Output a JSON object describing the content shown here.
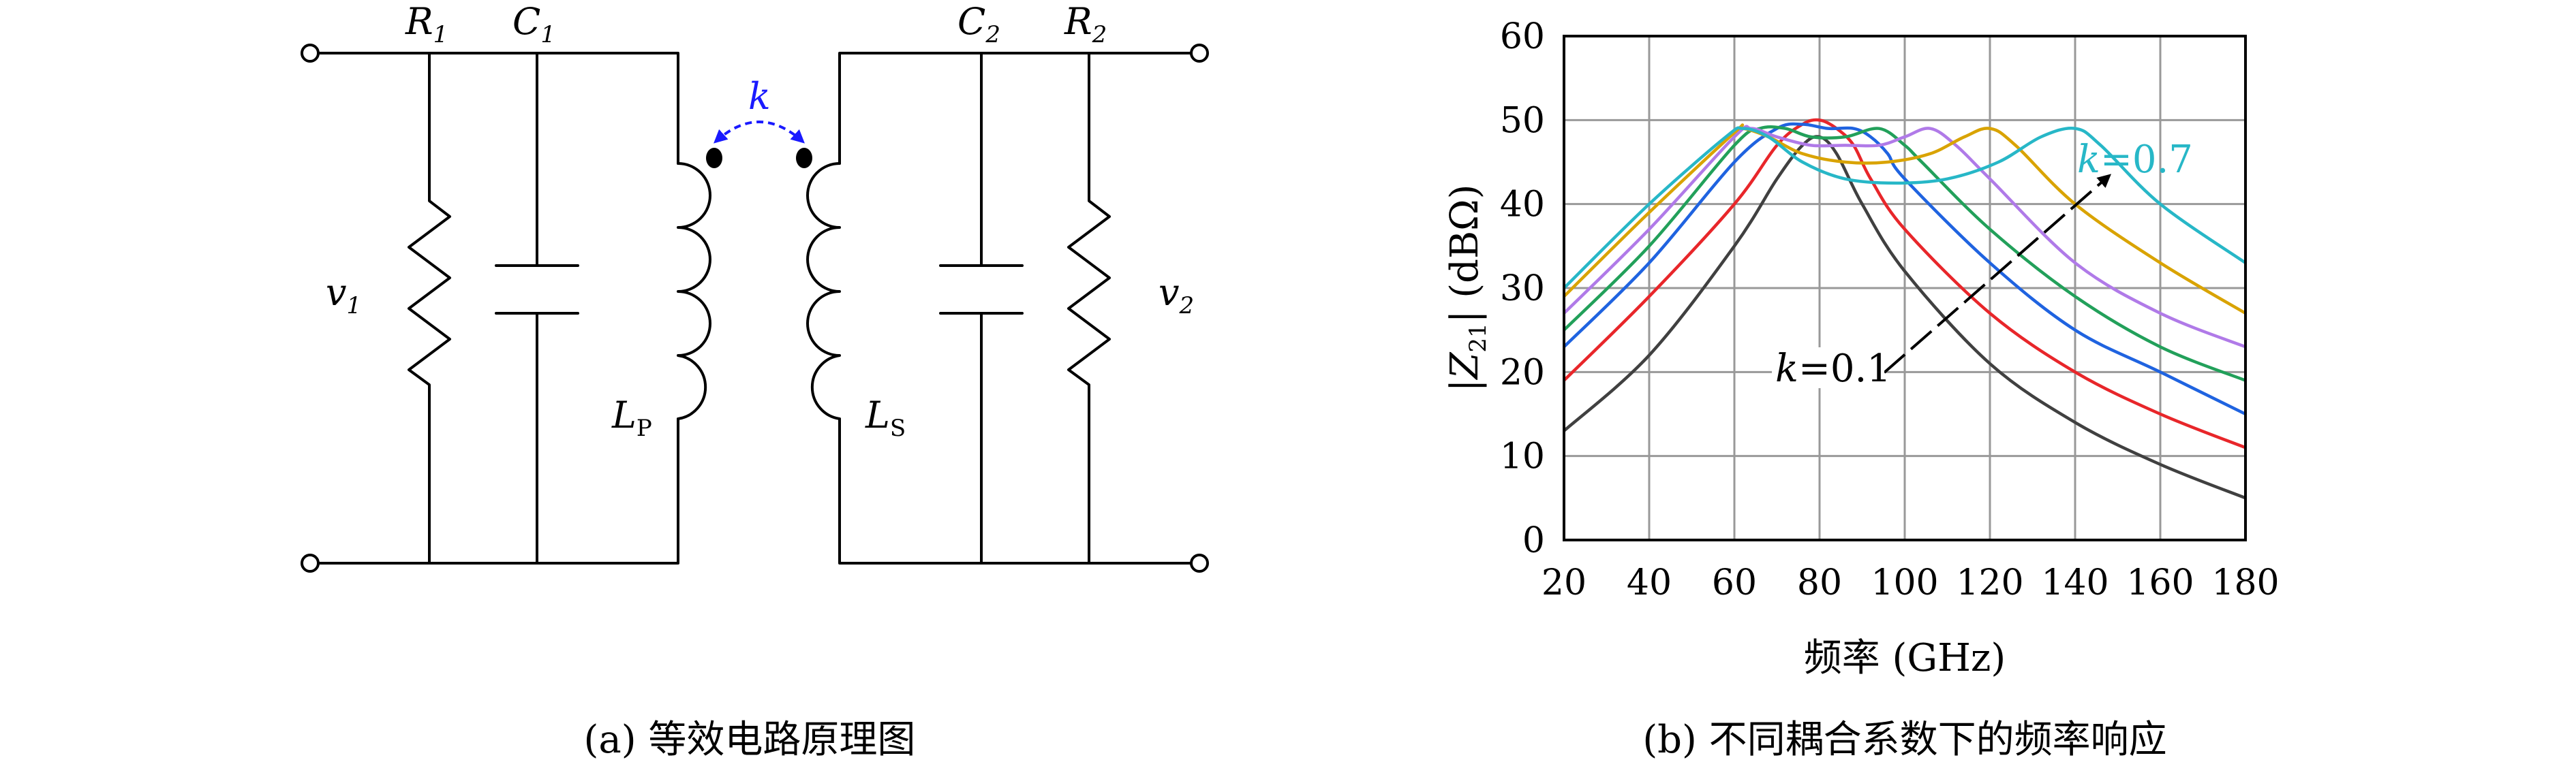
{
  "circuit": {
    "labels": {
      "r1": "R",
      "r1_sub": "1",
      "c1": "C",
      "c1_sub": "1",
      "c2": "C",
      "c2_sub": "2",
      "r2": "R",
      "r2_sub": "2",
      "v1": "v",
      "v1_sub": "1",
      "v2": "v",
      "v2_sub": "2",
      "lp": "L",
      "lp_sub": "P",
      "ls": "L",
      "ls_sub": "S",
      "k": "k"
    },
    "caption": "(a) 等效电路原理图",
    "colors": {
      "coupling": "#1a1aff",
      "wire": "#000000"
    }
  },
  "chart_data": {
    "type": "line",
    "title": "",
    "xlabel": "频率 (GHz)",
    "ylabel": "|Z21| (dBΩ)",
    "ylabel_main_left": "|Z",
    "ylabel_sub": "21",
    "ylabel_main_right": "| (dBΩ)",
    "xlim": [
      20,
      180
    ],
    "ylim": [
      0,
      60
    ],
    "xticks": [
      20,
      40,
      60,
      80,
      100,
      120,
      140,
      160,
      180
    ],
    "yticks": [
      0,
      10,
      20,
      30,
      40,
      50,
      60
    ],
    "grid": true,
    "annotations": [
      {
        "text_var": "k",
        "text_rest": "=0.1",
        "color": "#000000"
      },
      {
        "text_var": "k",
        "text_rest": "=0.7",
        "color": "#27b7c7"
      }
    ],
    "series": [
      {
        "color": "#404040",
        "x": [
          20,
          40,
          60,
          70,
          76,
          80,
          84,
          90,
          100,
          120,
          140,
          160,
          180
        ],
        "y": [
          13,
          22,
          35,
          43,
          47,
          48,
          46,
          40,
          32,
          21,
          14,
          9,
          5
        ]
      },
      {
        "color": "#e8262a",
        "x": [
          20,
          40,
          60,
          70,
          76,
          80,
          84,
          88,
          92,
          100,
          120,
          140,
          160,
          180
        ],
        "y": [
          19,
          29,
          40,
          47,
          49.5,
          50,
          49,
          47,
          43,
          37,
          27,
          20,
          15,
          11
        ]
      },
      {
        "color": "#1f63e0",
        "x": [
          20,
          40,
          60,
          70,
          76,
          82,
          88,
          92,
          96,
          100,
          120,
          140,
          160,
          180
        ],
        "y": [
          23,
          33,
          45,
          49,
          49.5,
          49,
          49,
          48,
          46,
          43,
          33,
          25,
          20,
          15
        ]
      },
      {
        "color": "#22a05a",
        "x": [
          20,
          40,
          60,
          66,
          72,
          78,
          86,
          94,
          100,
          104,
          120,
          140,
          160,
          180
        ],
        "y": [
          25,
          35,
          47,
          49,
          49,
          48,
          48,
          49,
          47,
          45,
          37,
          29,
          23,
          19
        ]
      },
      {
        "color": "#b07ae8",
        "x": [
          20,
          40,
          60,
          64,
          70,
          78,
          86,
          94,
          100,
          106,
          112,
          120,
          140,
          160,
          180
        ],
        "y": [
          27,
          37,
          48,
          49,
          48,
          47,
          47,
          47,
          48,
          49,
          47,
          43,
          33,
          27,
          23
        ]
      },
      {
        "color": "#d9a300",
        "x": [
          20,
          40,
          60,
          62,
          68,
          76,
          86,
          96,
          106,
          114,
          120,
          126,
          140,
          160,
          180
        ],
        "y": [
          29,
          39,
          48.5,
          49,
          48,
          46,
          45,
          45,
          46,
          48,
          49,
          47,
          40,
          33,
          27
        ]
      },
      {
        "color": "#27b7c7",
        "x": [
          20,
          40,
          58,
          62,
          68,
          76,
          86,
          98,
          110,
          122,
          132,
          140,
          146,
          160,
          180
        ],
        "y": [
          30,
          40,
          48,
          49,
          48,
          45,
          43,
          42.5,
          43,
          45,
          48,
          49,
          47,
          40,
          33
        ]
      }
    ],
    "caption": "(b) 不同耦合系数下的频率响应"
  }
}
